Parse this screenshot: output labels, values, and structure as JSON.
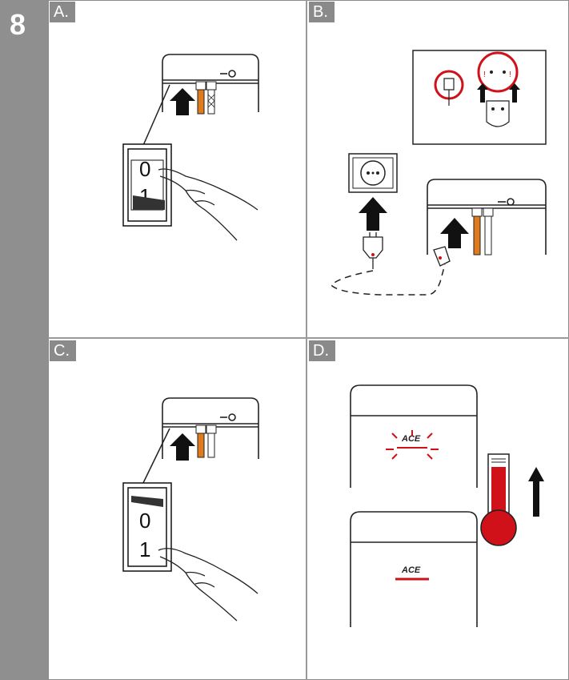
{
  "step_number": "8",
  "panels": [
    {
      "label": "A.",
      "switch": {
        "top": "0",
        "bottom": "1"
      }
    },
    {
      "label": "B."
    },
    {
      "label": "C.",
      "switch": {
        "top": "0",
        "bottom": "1"
      }
    },
    {
      "label": "D.",
      "brand_top": "ACE",
      "brand_bottom": "ACE"
    }
  ],
  "colors": {
    "sidebar": "#8f8f8f",
    "heat_red": "#d0111a",
    "hose_orange": "#e07a1f"
  }
}
